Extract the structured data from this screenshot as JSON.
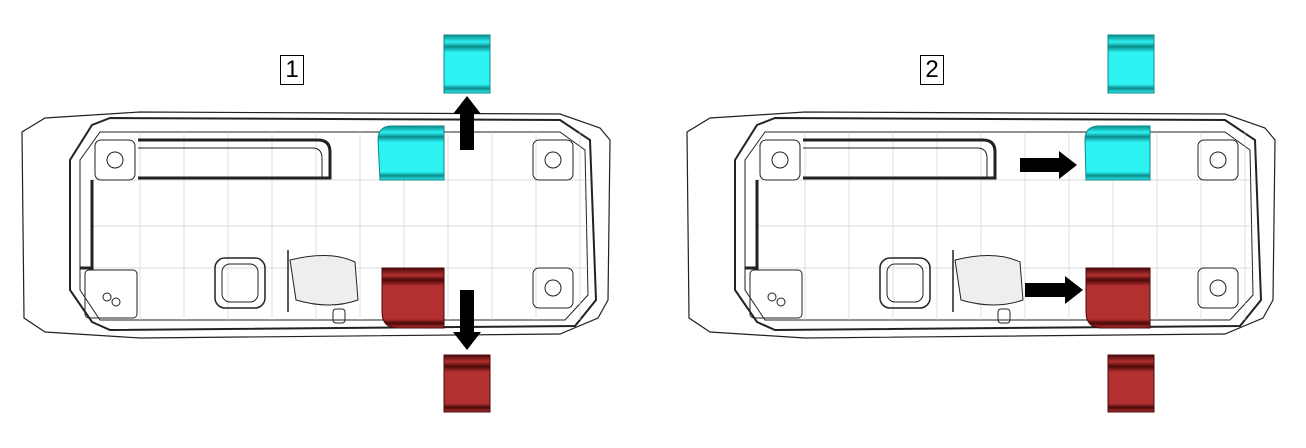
{
  "panels": [
    {
      "step_label": "1",
      "action": "lift-out"
    },
    {
      "step_label": "2",
      "action": "slide-in"
    }
  ],
  "colors": {
    "cyan_part": "#2ef2f2",
    "cyan_dark": "#0a8a8a",
    "red_part": "#b33030",
    "red_dark": "#4a0808",
    "outline": "#222222",
    "arrow": "#000000"
  }
}
